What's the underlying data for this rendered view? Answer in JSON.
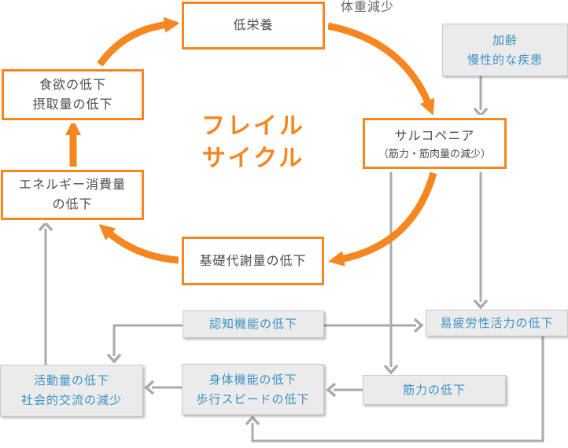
{
  "colors": {
    "canvas-bg": "#FFFFFF",
    "orange": "#F6861F",
    "blue": "#3E92C5",
    "dark-text": "#4D4D4D",
    "gray-line": "#AAAAAA",
    "gray-box-bg": "#EBEBEB",
    "gray-box-border": "#C9C9C9",
    "label-gray": "#666666"
  },
  "title": {
    "line1": "フレイル",
    "line2": "サイクル"
  },
  "labels": {
    "weight_loss": "体重減少"
  },
  "boxes": {
    "malnutrition": {
      "line1": "低栄養"
    },
    "appetite": {
      "line1": "食欲の低下",
      "line2": "摂取量の低下"
    },
    "energy": {
      "line1": "エネルギー消費量",
      "line2": "の低下"
    },
    "sarcopenia": {
      "line1": "サルコペニア",
      "line2": "（筋力・筋肉量の減少）"
    },
    "metabolism": {
      "line1": "基礎代謝量の低下"
    },
    "aging": {
      "line1": "加齢",
      "line2": "慢性的な疾患"
    },
    "cognitive": {
      "line1": "認知機能の低下"
    },
    "fatigue": {
      "line1": "易疲労性活力の低下"
    },
    "activity": {
      "line1": "活動量の低下",
      "line2": "社会的交流の減少"
    },
    "physical": {
      "line1": "身体機能の低下",
      "line2": "歩行スピードの低下"
    },
    "muscle": {
      "line1": "筋力の低下"
    }
  }
}
